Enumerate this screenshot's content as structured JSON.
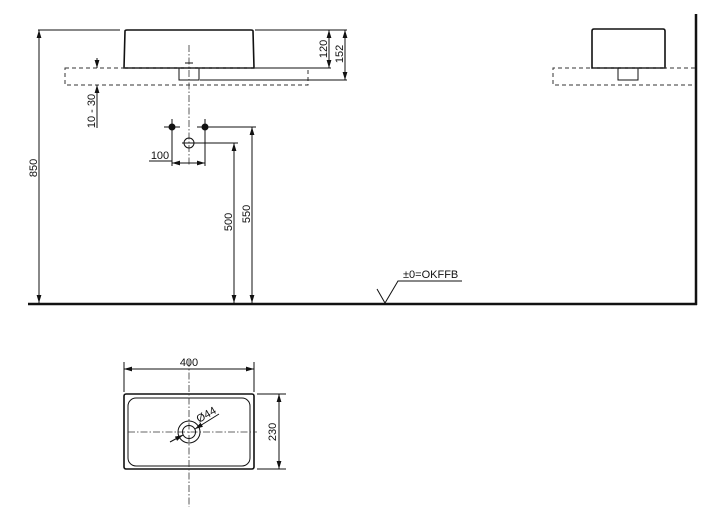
{
  "front_view": {
    "dim_total_height": "850",
    "dim_counter_thickness": "10 - 30",
    "dim_basin_height": "120",
    "dim_basin_with_drain": "152",
    "dim_tap_spacing": "100",
    "dim_waste_height": "500",
    "dim_supply_height": "550",
    "floor_reference": "±0=OKFFB"
  },
  "top_view": {
    "dim_width": "400",
    "dim_depth": "230",
    "dim_drain_diameter": "Ø44"
  }
}
